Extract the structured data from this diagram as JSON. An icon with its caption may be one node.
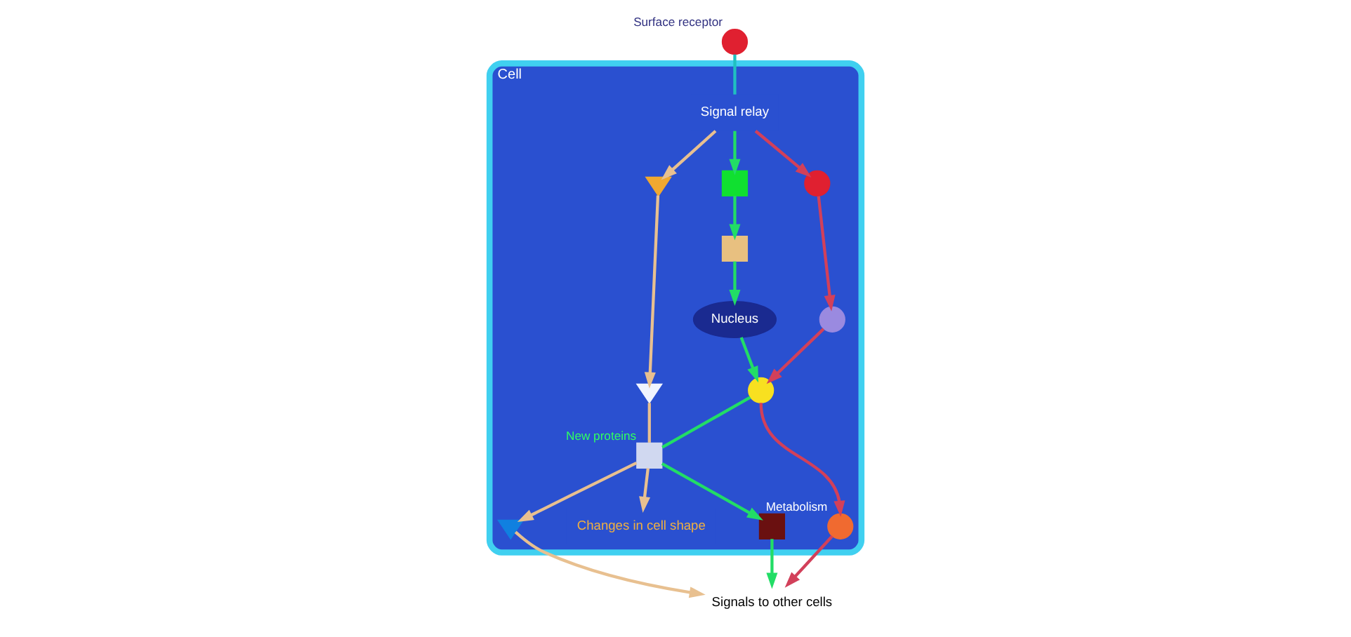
{
  "diagram": {
    "nodes": [
      {
        "text": [
          "Cell"
        ]
      },
      {
        "text": [],
        "shape": "circle",
        "beside": [
          "Surface receptor"
        ]
      },
      {
        "text": [
          "Signal relay"
        ],
        "in": 0
      },
      {
        "text": [],
        "shape": "circle",
        "in": 0
      },
      {
        "text": [],
        "shape": "box",
        "in": 0
      },
      {
        "text": [],
        "shape": "triangle",
        "in": 0
      },
      {
        "text": [],
        "shape": "box",
        "in": 0
      },
      {
        "text": [
          "Nucleus"
        ],
        "in": 0
      },
      {
        "text": [],
        "shape": "circle",
        "in": 0
      },
      {
        "text": [],
        "shape": "triangle",
        "in": 0
      },
      {
        "text": [],
        "shape": "circle",
        "in": 0
      },
      {
        "text": [],
        "shape": "box",
        "in": 0,
        "beside": [
          "New proteins"
        ]
      },
      {
        "text": [],
        "shape": "triangle",
        "in": 0
      },
      {
        "text": [],
        "shape": "box",
        "in": 0
      },
      {
        "text": [],
        "shape": "circle",
        "in": 0,
        "beside": [
          "Metabolism"
        ]
      },
      {
        "text": [
          "Signals to other cells"
        ]
      },
      {
        "text": [
          "Changes in cell shape"
        ],
        "in": 0
      }
    ],
    "edges": [
      {
        "from": 1,
        "to": 2,
        "arrow": "none",
        "color": "#20c0c0"
      },
      {
        "from": 2,
        "to": 3,
        "arrow": "to",
        "color": "#d2405a"
      },
      {
        "from": 2,
        "to": 4,
        "arrow": "to",
        "color": "#22dd66"
      },
      {
        "from": 2,
        "to": 5,
        "arrow": "to",
        "color": "#e8c090"
      },
      {
        "from": 4,
        "to": 6,
        "arrow": "to",
        "color": "#22dd66"
      },
      {
        "from": 3,
        "to": 8,
        "arrow": "to",
        "color": "#d2405a"
      },
      {
        "from": 5,
        "to": 9,
        "arrow": "to",
        "color": "#e8c090"
      },
      {
        "from": 8,
        "to": 10,
        "arrow": "to",
        "color": "#d2405a"
      },
      {
        "from": 6,
        "to": 7,
        "arrow": "to",
        "color": "#22dd66"
      },
      {
        "from": 7,
        "to": 10,
        "arrow": "to",
        "color": "#22dd66"
      },
      {
        "from": 10,
        "to": 11,
        "arrow": "none",
        "color": "#22dd66"
      },
      {
        "from": 9,
        "to": 11,
        "arrow": "none",
        "color": "#e8c090"
      },
      {
        "from": 11,
        "to": 16,
        "arrow": "to",
        "color": "#e8c090"
      },
      {
        "from": 11,
        "to": 13,
        "arrow": "to",
        "color": "#22dd66"
      },
      {
        "from": 11,
        "to": 12,
        "arrow": "to",
        "color": "#e8c090"
      },
      {
        "from": 10,
        "to": 14,
        "arrow": "to",
        "color": "#d2405a"
      },
      {
        "from": 13,
        "to": 15,
        "arrow": "to",
        "color": "#22dd66"
      },
      {
        "from": 12,
        "to": 15,
        "arrow": "to",
        "color": "#e8c090"
      },
      {
        "from": 14,
        "to": 15,
        "arrow": "to",
        "color": "#d2405a"
      }
    ]
  }
}
